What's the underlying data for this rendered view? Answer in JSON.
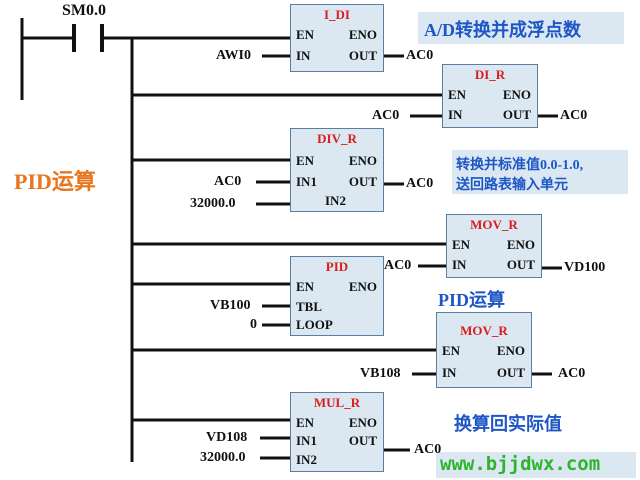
{
  "contact": "SM0.0",
  "side_label": "PID运算",
  "notes": {
    "n1": "A/D转换并成浮点数",
    "n2_line1": "转换并标准值0.0-1.0,",
    "n2_line2": "送回路表输入单元",
    "n3": "PID运算",
    "n4": "换算回实际值"
  },
  "watermark": "www.bjjdwx.com",
  "blocks": {
    "idi": {
      "title": "I_DI",
      "pins": [
        "EN",
        "ENO",
        "IN",
        "OUT"
      ],
      "in": "AWI0",
      "out": "AC0"
    },
    "dir": {
      "title": "DI_R",
      "pins": [
        "EN",
        "ENO",
        "IN",
        "OUT"
      ],
      "in": "AC0",
      "out": "AC0"
    },
    "divr": {
      "title": "DIV_R",
      "pins": [
        "EN",
        "ENO",
        "IN1",
        "OUT",
        "IN2"
      ],
      "in1": "AC0",
      "in2": "32000.0",
      "out": "AC0"
    },
    "mov1": {
      "title": "MOV_R",
      "pins": [
        "EN",
        "ENO",
        "IN",
        "OUT"
      ],
      "in": "AC0",
      "out": "VD100"
    },
    "pid": {
      "title": "PID",
      "pins": [
        "EN",
        "ENO",
        "TBL",
        "LOOP"
      ],
      "tbl": "VB100",
      "loop": "0"
    },
    "mov2": {
      "title": "MOV_R",
      "pins": [
        "EN",
        "ENO",
        "IN",
        "OUT"
      ],
      "in": "VB108",
      "out": "AC0"
    },
    "mulr": {
      "title": "MUL_R",
      "pins": [
        "EN",
        "ENO",
        "IN1",
        "OUT",
        "IN2"
      ],
      "in1": "VD108",
      "in2": "32000.0",
      "out": "AC0"
    }
  },
  "colors": {
    "block_fill": "#dbe8f2",
    "title": "#d81e1e",
    "note": "#1e56c6",
    "side": "#e8761e",
    "watermark": "#2db52d"
  }
}
